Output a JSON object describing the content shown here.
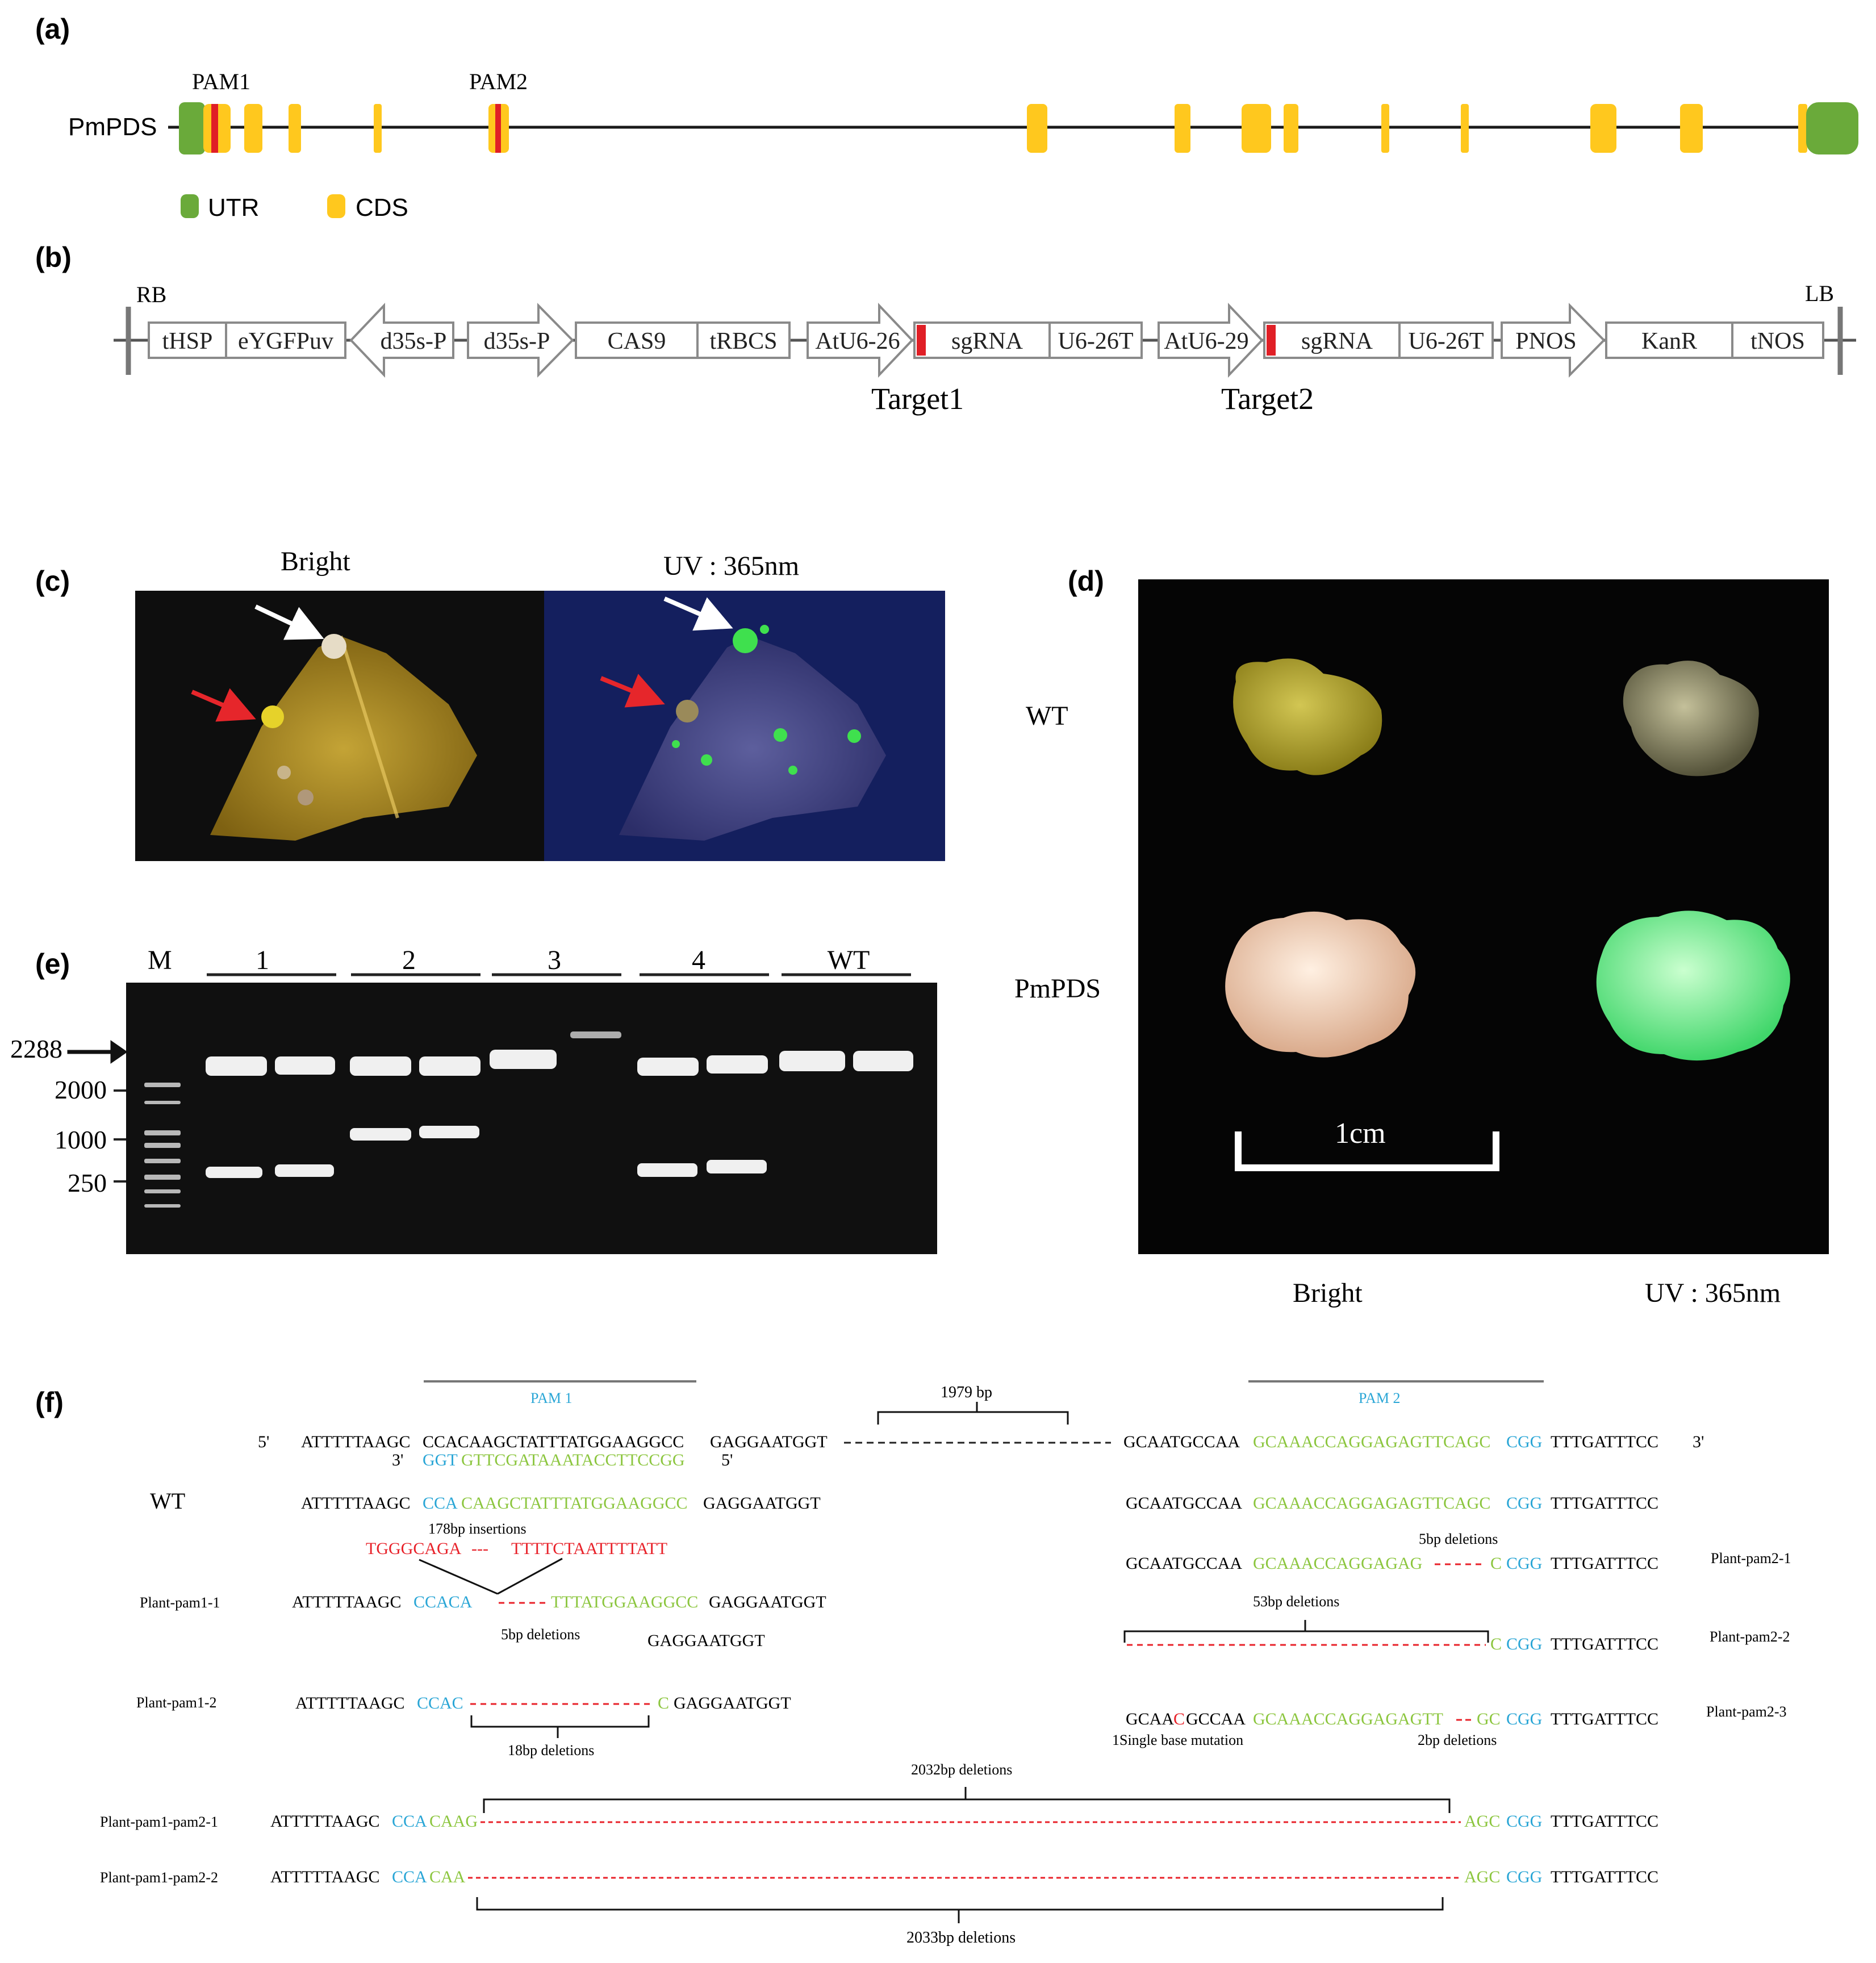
{
  "panels": {
    "a": "(a)",
    "b": "(b)",
    "c": "(c)",
    "d": "(d)",
    "e": "(e)",
    "f": "(f)"
  },
  "panel_a": {
    "gene": "PmPDS",
    "pam1": "PAM1",
    "pam2": "PAM2",
    "legend_utr": "UTR",
    "legend_cds": "CDS",
    "colors": {
      "utr": "#6aaa3a",
      "cds": "#ffc81e",
      "target": "#e01f26",
      "line": "#1a1a1a"
    }
  },
  "panel_b": {
    "rb": "RB",
    "lb": "LB",
    "elements": [
      "tHSP",
      "eYGFPuv",
      "d35s-P",
      "d35s-P",
      "CAS9",
      "tRBCS",
      "AtU6-26",
      "sgRNA",
      "U6-26T",
      "AtU6-29",
      "sgRNA",
      "U6-26T",
      "PNOS",
      "KanR",
      "tNOS"
    ],
    "target1": "Target1",
    "target2": "Target2"
  },
  "panel_c": {
    "bright": "Bright",
    "uv": "UV : 365nm"
  },
  "panel_d": {
    "wt": "WT",
    "pmpds": "PmPDS",
    "scale": "1cm",
    "bright": "Bright",
    "uv": "UV : 365nm"
  },
  "panel_e": {
    "marker": "M",
    "lanes": [
      "1",
      "2",
      "3",
      "4",
      "WT"
    ],
    "sizes": [
      "2288",
      "2000",
      "1000",
      "250"
    ]
  },
  "panel_f": {
    "pam1": "PAM 1",
    "pam2": "PAM 2",
    "gap": "1979  bp",
    "p5": "5'",
    "p3": "3'",
    "top_a": "ATTTTTAAGC",
    "top_b": "CCACAAGCTATTTATGGAAGGCC",
    "top_c": "GAGGAATGGT",
    "top_d": "GCAATGCCAA",
    "top_e": "GCAAACCAGGAGAGTTCAGC",
    "top_f": "CGG",
    "top_g": "TTTGATTTCC",
    "bot_a": "GGT",
    "bot_b": "GTTCGATAAATACCTTCCGG",
    "wt": "WT",
    "wt_a": "ATTTTTAAGC",
    "wt_b": "CCA",
    "wt_c": "CAAGCTATTTATGGAAGGCC",
    "wt_d": "GAGGAATGGT",
    "wt_e": "GCAATGCCAA",
    "wt_f": "GCAAACCAGGAGAGTTCAGC",
    "wt_g": "CGG",
    "wt_h": "TTTGATTTCC",
    "ins_label": "178bp insertions",
    "ins_a": "TGGGCAGA",
    "ins_dash": "---",
    "ins_b": "TTTTCTAATTTTATT",
    "del5_label": "5bp deletions",
    "p21_a": "GCAATGCCAA",
    "p21_b": "GCAAACCAGGAGAG",
    "p21_c": "C",
    "p21_d": "CGG",
    "p21_e": "TTTGATTTCC",
    "plant_pam2_1": "Plant-pam2-1",
    "plant_pam1_1": "Plant-pam1-1",
    "p11_a": "ATTTTTAAGC",
    "p11_b": "CCACA",
    "p11_c": "TTTATGGAAGGCC",
    "p11_d": "GAGGAATGGT",
    "del5_label_b": "5bp deletions",
    "p11_e": "GAGGAATGGT",
    "del53_label": "53bp deletions",
    "p22_a": "C",
    "p22_b": "CGG",
    "p22_c": "TTTGATTTCC",
    "plant_pam2_2": "Plant-pam2-2",
    "plant_pam1_2": "Plant-pam1-2",
    "p12_a": "ATTTTTAAGC",
    "p12_b": "CCAC",
    "p12_c": "C",
    "p12_d": "GAGGAATGGT",
    "del18_label": "18bp deletions",
    "p23_a": "GCAA",
    "p23_b": "C",
    "p23_c": "GCCAA",
    "p23_d": "GCAAACCAGGAGAGTT",
    "p23_e": "GC",
    "p23_f": "CGG",
    "p23_g": "TTTGATTTCC",
    "plant_pam2_3": "Plant-pam2-3",
    "single_label": "1Single base mutation",
    "del2_label": "2bp deletions",
    "del2032_label": "2032bp deletions",
    "plant_pam1_pam2_1": "Plant-pam1-pam2-1",
    "pp1_a": "ATTTTTAAGC",
    "pp1_b": "CCA",
    "pp1_c": "CAAG",
    "pp1_d": "AGC",
    "pp1_e": "CGG",
    "pp1_f": "TTTGATTTCC",
    "plant_pam1_pam2_2": "Plant-pam1-pam2-2",
    "pp2_a": "ATTTTTAAGC",
    "pp2_b": "CCA",
    "pp2_c": "CAA",
    "pp2_d": "AGC",
    "pp2_e": "CGG",
    "pp2_f": "TTTGATTTCC",
    "del2033_label": "2033bp deletions",
    "colors": {
      "pam": "#2aa6d6",
      "target": "#8cc63f",
      "mut": "#e8222a"
    }
  }
}
